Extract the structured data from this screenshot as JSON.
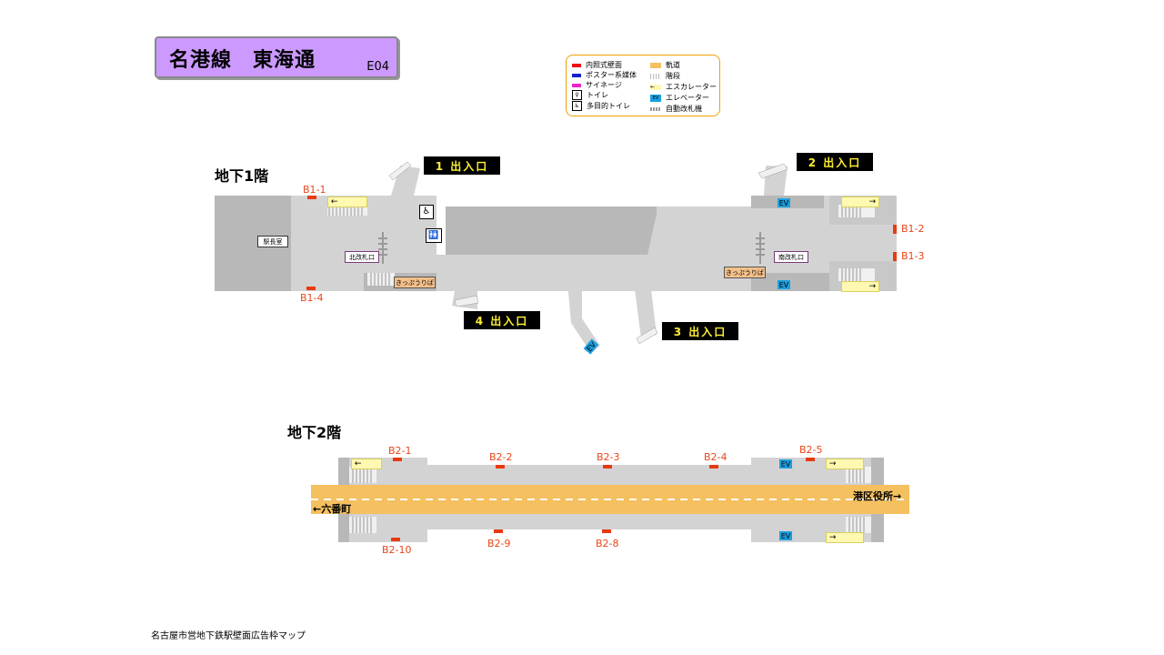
{
  "title": {
    "line_station": "名港線　東海通",
    "code": "E04"
  },
  "legend": {
    "items": [
      {
        "label": "内照式壁面",
        "color": "#ee1111",
        "icon": "red-bar"
      },
      {
        "label": "ポスター系媒体",
        "color": "#1122cc",
        "icon": "blue-bar"
      },
      {
        "label": "サイネージ",
        "color": "#ee22cc",
        "icon": "magenta-bar"
      },
      {
        "label": "トイレ",
        "icon": "toilet-icon"
      },
      {
        "label": "多目的トイレ",
        "icon": "accessible-icon"
      },
      {
        "label": "軌道",
        "color": "#f5c060",
        "icon": "track-swatch"
      },
      {
        "label": "階段",
        "icon": "stairs-swatch"
      },
      {
        "label": "エスカレーター",
        "icon": "escalator-swatch"
      },
      {
        "label": "エレベーター",
        "icon": "ev-swatch"
      },
      {
        "label": "自動改札機",
        "icon": "gate-swatch"
      }
    ]
  },
  "floors": {
    "b1": {
      "label": "地下1階",
      "rooms": {
        "station_master": "駅長室",
        "north_gate": "北改札口",
        "south_gate": "南改札口",
        "ticket_1": "きっぷうりば",
        "ticket_2": "きっぷうりば"
      },
      "exits": [
        "1 出入口",
        "2 出入口",
        "3 出入口",
        "4 出入口"
      ],
      "ads": [
        "B1-1",
        "B1-2",
        "B1-3",
        "B1-4"
      ],
      "ev": [
        "EV",
        "EV",
        "EV"
      ]
    },
    "b2": {
      "label": "地下2階",
      "ads": [
        "B2-1",
        "B2-2",
        "B2-3",
        "B2-4",
        "B2-5",
        "B2-8",
        "B2-9",
        "B2-10"
      ],
      "dir_left": "←六番町",
      "dir_right": "港区役所→",
      "ev": [
        "EV",
        "EV"
      ]
    }
  },
  "colors": {
    "platform": "#d3d3d3",
    "wall": "#b8b8b8",
    "track": "#f5c060",
    "ad_red": "#e83a10"
  },
  "footer": "名古屋市営地下鉄駅壁面広告枠マップ"
}
